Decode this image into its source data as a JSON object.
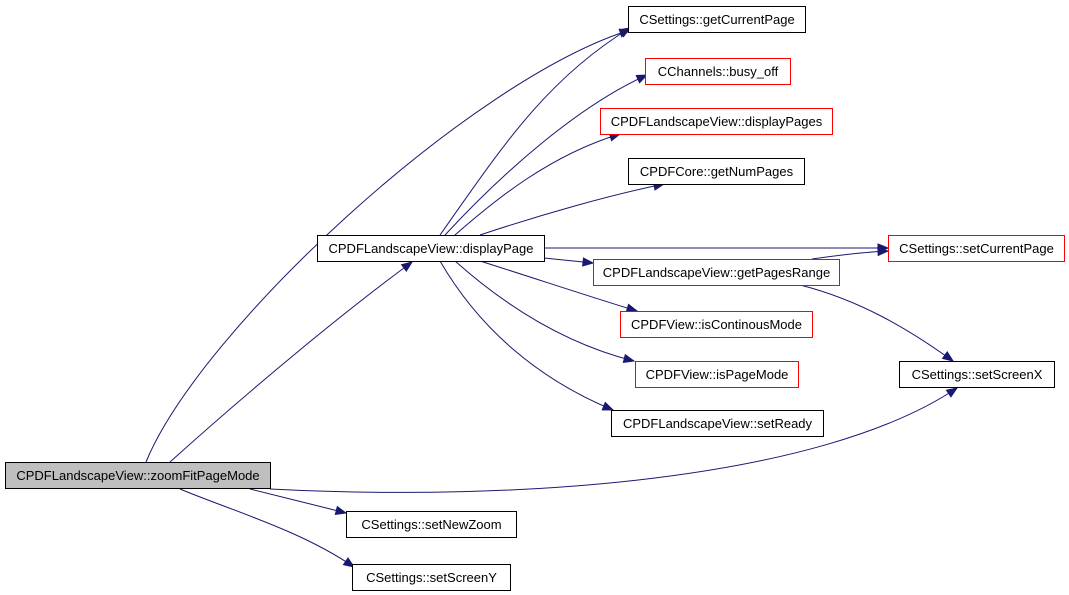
{
  "colors": {
    "edge": "#191970",
    "node_border_default": "#000000",
    "node_border_undocumented": "#ff0000",
    "node_fill_default": "#ffffff",
    "node_fill_root": "#bfbfbf"
  },
  "nodes": [
    {
      "id": "zoomFitPageMode",
      "label": "CPDFLandscapeView::zoomFitPageMode",
      "style": "root"
    },
    {
      "id": "getCurrentPage",
      "label": "CSettings::getCurrentPage",
      "style": "default"
    },
    {
      "id": "busy_off",
      "label": "CChannels::busy_off",
      "style": "undocumented"
    },
    {
      "id": "displayPages",
      "label": "CPDFLandscapeView::displayPages",
      "style": "undocumented"
    },
    {
      "id": "getNumPages",
      "label": "CPDFCore::getNumPages",
      "style": "default"
    },
    {
      "id": "displayPage",
      "label": "CPDFLandscapeView::displayPage",
      "style": "default"
    },
    {
      "id": "setCurrentPage",
      "label": "CSettings::setCurrentPage",
      "style": "undocumented"
    },
    {
      "id": "getPagesRange",
      "label": "CPDFLandscapeView::getPagesRange",
      "style": "undocumented"
    },
    {
      "id": "isContinousMode",
      "label": "CPDFView::isContinousMode",
      "style": "undocumented"
    },
    {
      "id": "isPageMode",
      "label": "CPDFView::isPageMode",
      "style": "undocumented"
    },
    {
      "id": "setScreenX",
      "label": "CSettings::setScreenX",
      "style": "default"
    },
    {
      "id": "setReady",
      "label": "CPDFLandscapeView::setReady",
      "style": "default"
    },
    {
      "id": "setNewZoom",
      "label": "CSettings::setNewZoom",
      "style": "default"
    },
    {
      "id": "setScreenY",
      "label": "CSettings::setScreenY",
      "style": "default"
    }
  ],
  "edges": [
    {
      "from": "zoomFitPageMode",
      "to": "getCurrentPage"
    },
    {
      "from": "zoomFitPageMode",
      "to": "displayPage"
    },
    {
      "from": "zoomFitPageMode",
      "to": "setScreenX"
    },
    {
      "from": "zoomFitPageMode",
      "to": "setNewZoom"
    },
    {
      "from": "zoomFitPageMode",
      "to": "setScreenY"
    },
    {
      "from": "displayPage",
      "to": "getCurrentPage"
    },
    {
      "from": "displayPage",
      "to": "busy_off"
    },
    {
      "from": "displayPage",
      "to": "displayPages"
    },
    {
      "from": "displayPage",
      "to": "getNumPages"
    },
    {
      "from": "displayPage",
      "to": "setCurrentPage"
    },
    {
      "from": "displayPage",
      "to": "getPagesRange"
    },
    {
      "from": "displayPage",
      "to": "isContinousMode"
    },
    {
      "from": "displayPage",
      "to": "isPageMode"
    },
    {
      "from": "displayPage",
      "to": "setReady"
    },
    {
      "from": "getPagesRange",
      "to": "setCurrentPage"
    },
    {
      "from": "getPagesRange",
      "to": "setScreenX"
    }
  ]
}
